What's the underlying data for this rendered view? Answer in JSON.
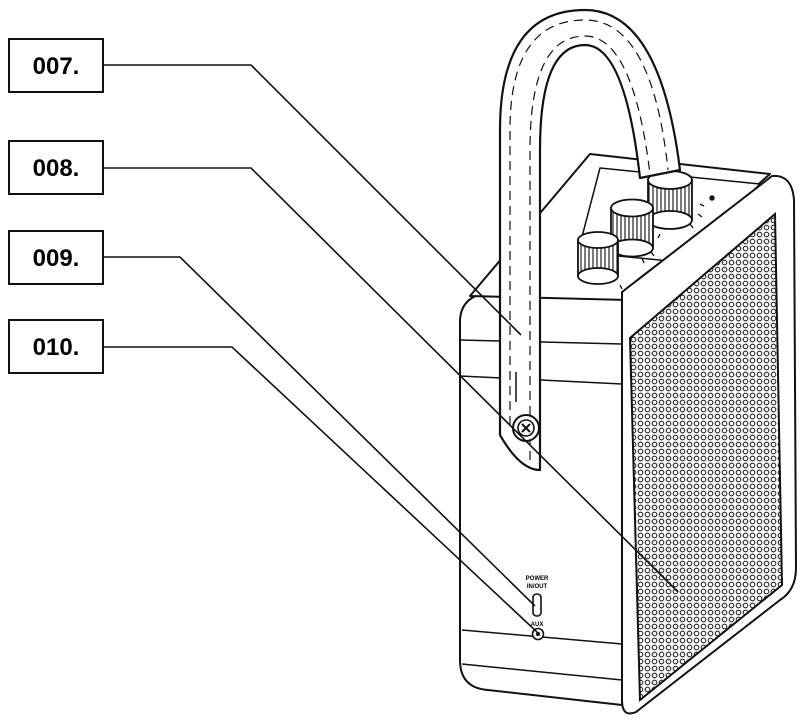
{
  "callouts": [
    {
      "label": "007."
    },
    {
      "label": "008."
    },
    {
      "label": "009."
    },
    {
      "label": "010."
    }
  ],
  "device_text": {
    "port_label_line1": "POWER",
    "port_label_line2": "IN/OUT",
    "aux_label": "AUX"
  }
}
